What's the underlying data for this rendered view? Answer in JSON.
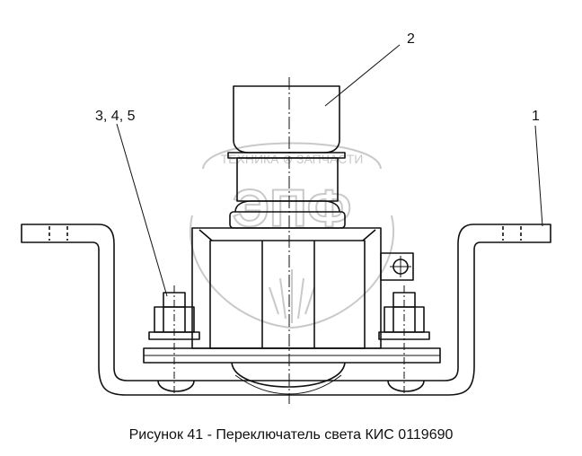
{
  "callouts": {
    "c1": "1",
    "c2": "2",
    "c345": "3, 4, 5"
  },
  "watermark": {
    "top_text": "ТЕХНИКА ⊗ ЗАПЧАСТИ",
    "letters": "ЭПФ"
  },
  "caption": "Рисунок 41 - Переключатель света КИС 0119690",
  "colors": {
    "line": "#111111",
    "watermark": "#c9c9c9"
  }
}
